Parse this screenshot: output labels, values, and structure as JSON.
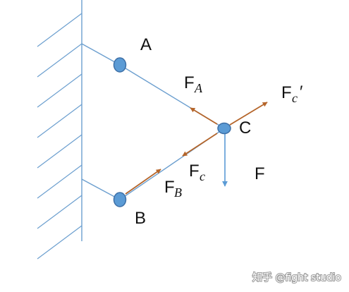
{
  "labels": {
    "joint_a": "A",
    "joint_b": "B",
    "joint_c": "C",
    "force_a_base": "F",
    "force_a_sub": "A",
    "force_b_base": "F",
    "force_b_sub": "B",
    "force_c_base": "F",
    "force_c_sub": "c",
    "force_c_prime_base": "F",
    "force_c_prime_sub": "c",
    "force_c_prime_mark": "′",
    "force_load": "F"
  },
  "watermark": "知乎 @fight studio",
  "colors": {
    "structure_line": "#6c9fcf",
    "joint_fill": "#5b9bd5",
    "joint_stroke": "#3d6fa6",
    "reaction_arrow": "#b5652a",
    "load_arrow": "#5b9bd5",
    "label_text": "#111111"
  }
}
